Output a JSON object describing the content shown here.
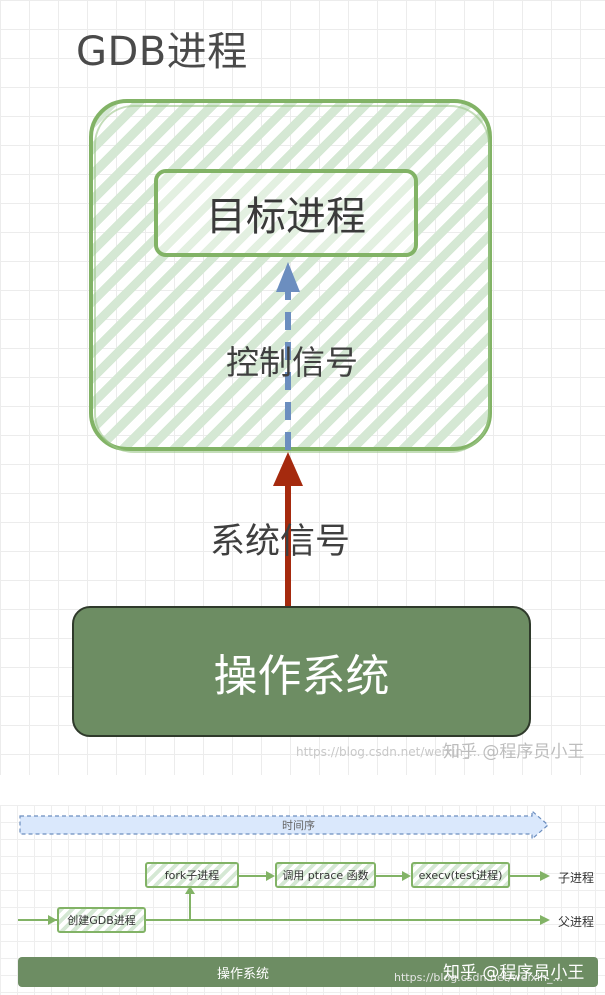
{
  "top": {
    "title": "GDB进程",
    "target": "目标进程",
    "control_signal": "控制信号",
    "system_signal": "系统信号",
    "os": "操作系统",
    "watermark": "https://blog.csdn.net/weixin_...",
    "brand": "知乎 @程序员小王"
  },
  "bottom": {
    "timeline": "时间序",
    "create_gdb": "创建GDB进程",
    "fork_child": "fork子进程",
    "call_ptrace": "调用 ptrace 函数",
    "execv": "execv(test进程)",
    "child_lane": "子进程",
    "parent_lane": "父进程",
    "os": "操作系统",
    "watermark": "https://blog.csdn.net/weixin_...",
    "brand": "知乎 @程序员小王"
  },
  "colors": {
    "green_stroke": "#82b366",
    "green_fill": "#d5e8d4",
    "os_fill": "#6d8d63",
    "blue_dash": "#6c8ebf",
    "red_arrow": "#a52a0e"
  }
}
